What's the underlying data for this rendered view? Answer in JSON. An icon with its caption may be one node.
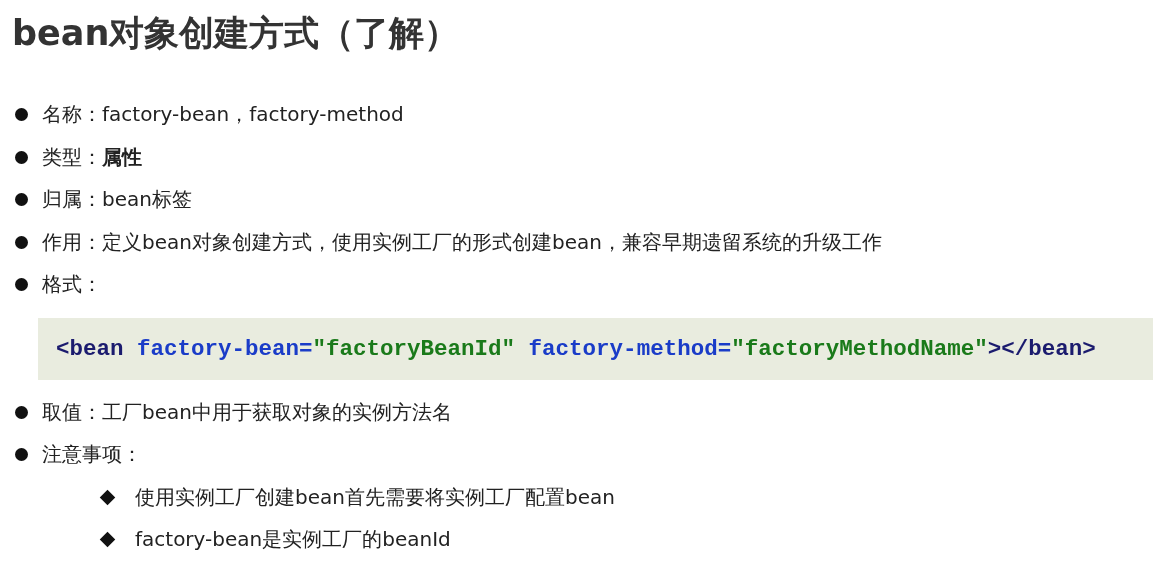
{
  "diagram": {
    "title": "bean对象创建方式（了解）",
    "labels": [
      "名称：factory-bean，factory-method",
      "类型：**属性**",
      "归属：bean标签",
      "作用：定义bean对象创建方式，使用实例工厂的形式创建bean，兼容早期遗留系统的升级工作",
      "格式：",
      "<bean factory-bean=\"factoryBeanId\" factory-method=\"factoryMethodName\"></bean>",
      "取值：工厂bean中用于获取对象的实例方法名",
      "注意事项：",
      "使用实例工厂创建bean首先需要将实例工厂配置bean",
      "factory-bean是实例工厂的beanId"
    ]
  }
}
